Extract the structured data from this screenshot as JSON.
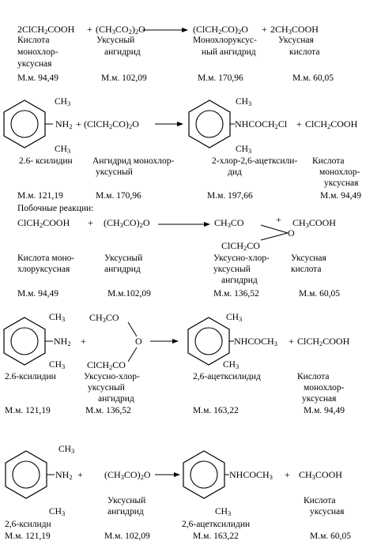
{
  "r1": {
    "reactant1": [
      "2ClCH",
      "2",
      "COOH"
    ],
    "plus1": "+",
    "reactant2": [
      "(CH",
      "3",
      "CO",
      "2",
      ")",
      "2",
      "O"
    ],
    "product1": [
      "(ClCH",
      "2",
      "CO)",
      "2",
      "O"
    ],
    "plus2": "+",
    "product2": [
      "2CH",
      "3",
      "COOH"
    ],
    "n1": [
      "Кислота",
      "монохлор-",
      "уксусная"
    ],
    "n2": "Уксусный",
    "n2b": "ангидрид",
    "n3": "Монохлоруксус-",
    "n3b": "ный ангидрид",
    "n4": "Уксусная",
    "n4b": "кислота",
    "m1": "М.м. 94,49",
    "m2": "М.м. 102,09",
    "m3": "М.м. 170,96",
    "m4": "М.м. 60,05"
  },
  "r2": {
    "ch3_top_left": [
      "CH",
      "3"
    ],
    "ch3_bot_left": [
      "CH",
      "3"
    ],
    "nh2": [
      "NH",
      "2"
    ],
    "plus": "+",
    "anhydride": [
      "(ClCH",
      "2",
      "CO)",
      "2",
      "O"
    ],
    "ch3_top_right": [
      "CH",
      "3"
    ],
    "ch3_bot_right": [
      "CH",
      "3"
    ],
    "product": [
      "NHCOCH",
      "2",
      "Cl"
    ],
    "plus2": "+",
    "product2": [
      "ClCH",
      "2",
      "COOH"
    ],
    "n1": "2.6- ксилидин",
    "n2": "Ангидрид монохлор-",
    "n2b": "уксусный",
    "n3": "2-хлор-2,6-ацетксили-",
    "n3b": "дид",
    "n4": "Кислота",
    "n4b": "монохлор-",
    "n4c": "уксусная",
    "m1": "М.м. 121,19",
    "m2": "М.м. 170,96",
    "m3": "М.м. 197,66",
    "m4": "М.м. 94,49"
  },
  "side_title": "Побочные реакции:",
  "r3": {
    "reactant1": [
      "ClCH",
      "2",
      "COOH"
    ],
    "plus1": "+",
    "reactant2": [
      "(CH",
      "3",
      "CO)",
      "2",
      "O"
    ],
    "p_top": [
      "CH",
      "3",
      "CO"
    ],
    "plus2": "+",
    "product2": [
      "CH",
      "3",
      "COOH"
    ],
    "p_o": "O",
    "p_bot": [
      "ClCH",
      "2",
      "CO"
    ],
    "n1": "Кислота моно-",
    "n1b": "хлоруксусная",
    "n2": "Уксусный",
    "n2b": "ангидрид",
    "n3": "Уксусно-хлор-",
    "n3b": "уксусный",
    "n3c": "ангидрид",
    "n4": "Уксусная",
    "n4b": "кислота",
    "m1": "М.м. 94,49",
    "m2": "М.м.102,09",
    "m3": "М.м. 136,52",
    "m4": "М.м. 60,05"
  },
  "r4": {
    "ch3_top_left": [
      "CH",
      "3"
    ],
    "ch3_bot_left": [
      "CH",
      "3"
    ],
    "nh2": [
      "NH",
      "2"
    ],
    "plus": "+",
    "mix_top": [
      "CH",
      "3",
      "CO"
    ],
    "mix_o": "O",
    "mix_bot": [
      "ClCH",
      "2",
      "CO"
    ],
    "ch3_top_right": [
      "CH",
      "3"
    ],
    "ch3_bot_right": [
      "CH",
      "3"
    ],
    "product": [
      "NHCOCH",
      "3"
    ],
    "plus2": "+",
    "product2": [
      "ClCH",
      "2",
      "COOH"
    ],
    "n1": "2.6-ксилидин",
    "n2": "Уксусно-хлор-",
    "n2b": "уксусный",
    "n2c": "ангидрид",
    "n3": "2,6-ацетксилидид",
    "n4": "Кислота",
    "n4b": "монохлор-",
    "n4c": "уксусная",
    "m1": "М.м. 121,19",
    "m2": "М.м. 136,52",
    "m3": "М.м. 163,22",
    "m4": "М.м. 94,49"
  },
  "r5": {
    "ch3_top_left": [
      "CH",
      "3"
    ],
    "ch3_bot_left": [
      "CH",
      "3"
    ],
    "nh2": [
      "NH",
      "2"
    ],
    "plus": "+",
    "anhydride": [
      "(CH",
      "3",
      "CO)",
      "2",
      "O"
    ],
    "ch3_bot_right": [
      "CH",
      "3"
    ],
    "product": [
      "NHCOCH",
      "3"
    ],
    "plus2": "+",
    "product2": [
      "CH",
      "3",
      "COOH"
    ],
    "n1": "2,6-ксилидн",
    "n2": "Уксусный",
    "n2b": "ангидрид",
    "n3": "2,6-ацетксилидин",
    "n4": "Кислота",
    "n4b": "уксусная",
    "m1": "М.м. 121,19",
    "m2": "М.м. 102,09",
    "m3": "М.м. 163,22",
    "m4": "М.м. 60,05"
  }
}
